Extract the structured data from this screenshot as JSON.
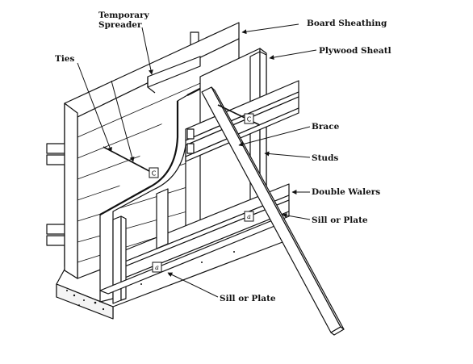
{
  "labels": {
    "temporary_spreader_line1": "Temporary",
    "temporary_spreader_line2": "Spreader",
    "ties": "Ties",
    "board_sheathing": "Board Sheathing",
    "plywood_sheathing": "Plywood Sheatl",
    "brace": "Brace",
    "studs": "Studs",
    "double_walers": "Double Walers",
    "sill_or_plate_right": "Sill or Plate",
    "sill_or_plate_bottom": "Sill or Plate"
  },
  "tie_markers": {
    "left_c": "C",
    "right_c": "C",
    "right_a": "a",
    "bottom_a": "a"
  },
  "colors": {
    "ink": "#111111",
    "paper": "#ffffff"
  }
}
